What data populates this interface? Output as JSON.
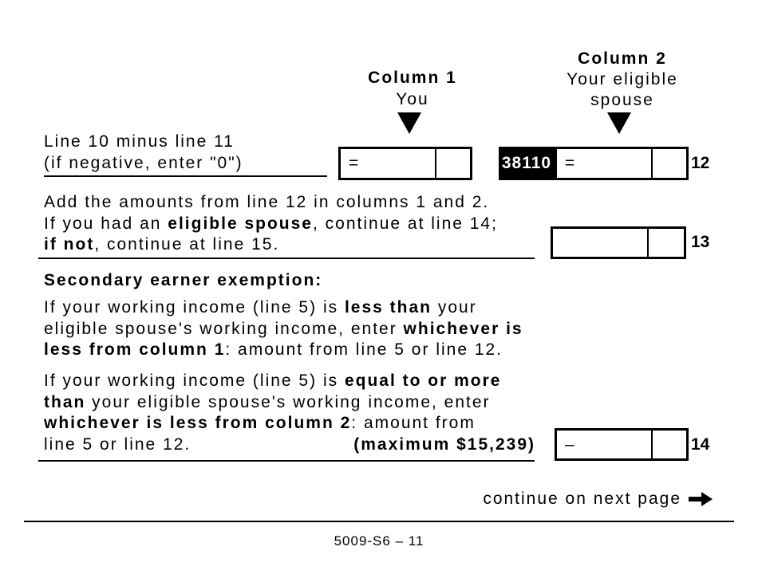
{
  "colors": {
    "paper": "#ffffff",
    "ink": "#000000",
    "code_tag_bg": "#000000",
    "code_tag_text": "#ffffff"
  },
  "columns": {
    "col1": {
      "title": "Column 1",
      "subtitle": "You"
    },
    "col2": {
      "title": "Column 2",
      "subtitle1": "Your eligible",
      "subtitle2": "spouse"
    }
  },
  "line12": {
    "label_line1": "Line 10 minus line 11",
    "label_line2": "(if negative, enter \"0\")",
    "col1_operator": "=",
    "field_code": "38110",
    "col2_operator": "=",
    "line_number": "12"
  },
  "line13": {
    "l1": "Add the amounts from line 12 in columns 1 and 2.",
    "l2a": "If you had an ",
    "l2b": "eligible spouse",
    "l2c": ", continue at line 14;",
    "l3a": "if not",
    "l3b": ", continue at line 15.",
    "line_number": "13"
  },
  "secondary_earner": {
    "heading": "Secondary earner exemption:",
    "para1": {
      "l1a": "If your working income (line 5) is ",
      "l1b": "less than",
      "l1c": " your",
      "l2a": "eligible spouse's working income, enter ",
      "l2b": "whichever is",
      "l3a": "less from column 1",
      "l3b": ": amount from line 5 or line 12."
    },
    "para2": {
      "l1a": "If your working income (line 5) is ",
      "l1b": "equal to or more",
      "l2a": "than",
      "l2b": " your eligible spouse's working income, enter",
      "l3a": "whichever is less from column 2",
      "l3b": ": amount from",
      "l4": "line 5 or line 12.",
      "max_note": "(maximum $15,239)"
    }
  },
  "line14": {
    "operator": "–",
    "line_number": "14"
  },
  "footer": {
    "continue_text": "continue on next page",
    "page_id": "5009-S6 – 11"
  }
}
